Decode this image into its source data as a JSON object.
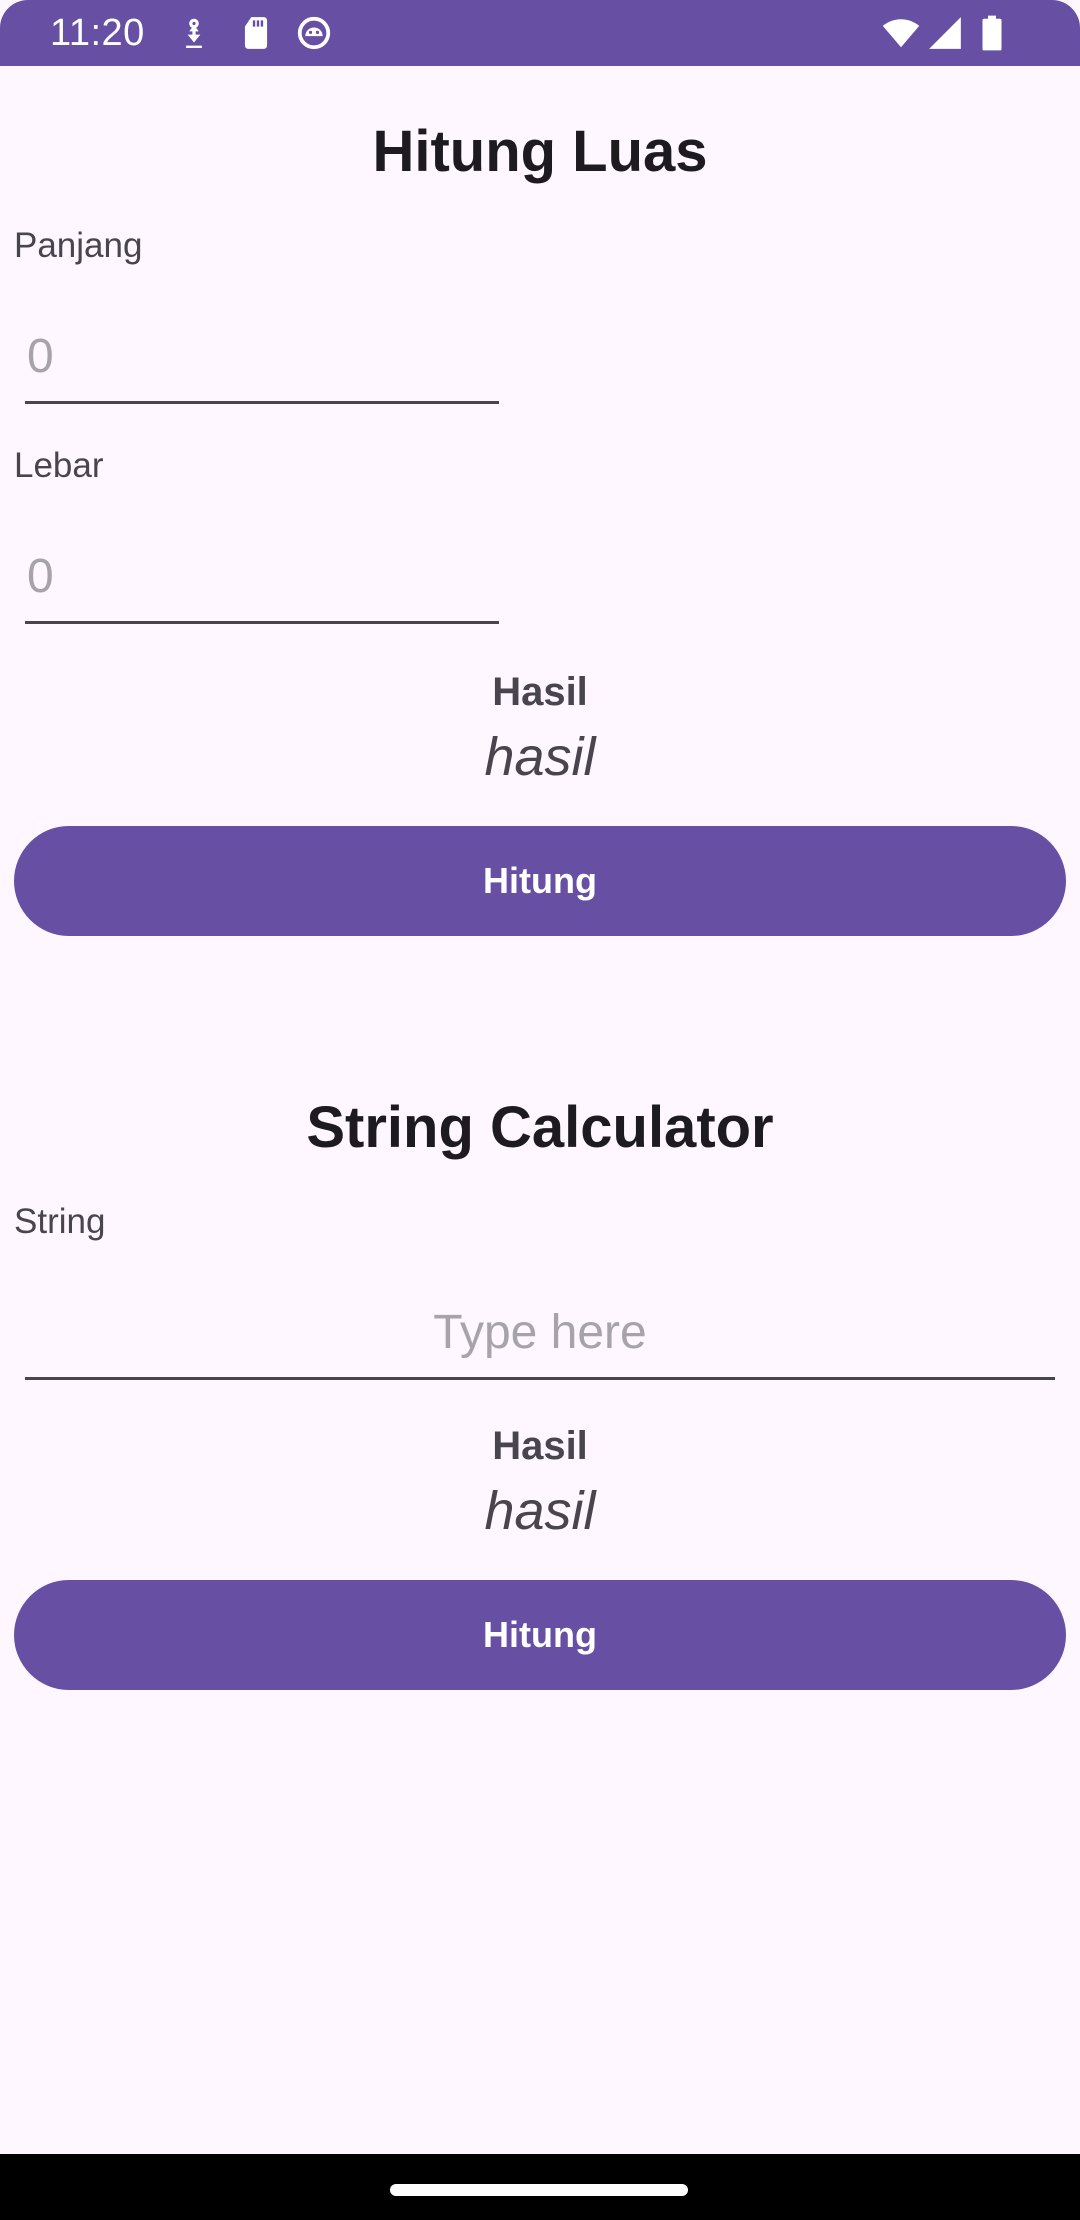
{
  "status_bar": {
    "time": "11:20",
    "icons": [
      "download-icon",
      "sd-card-icon",
      "android-debug-icon",
      "wifi-icon",
      "signal-icon",
      "battery-icon"
    ],
    "background": "#6750A4"
  },
  "area_section": {
    "title": "Hitung Luas",
    "length_label": "Panjang",
    "length_placeholder": "0",
    "width_label": "Lebar",
    "width_placeholder": "0",
    "result_label": "Hasil",
    "result_value": "hasil",
    "button_label": "Hitung"
  },
  "string_section": {
    "title": "String Calculator",
    "string_label": "String",
    "string_placeholder": "Type here",
    "result_label": "Hasil",
    "result_value": "hasil",
    "button_label": "Hitung"
  },
  "colors": {
    "primary": "#6750A4",
    "background": "#FEF7FF",
    "text_dark": "#1D1B20",
    "text_muted": "#49454F",
    "placeholder": "#A6A3AA"
  }
}
